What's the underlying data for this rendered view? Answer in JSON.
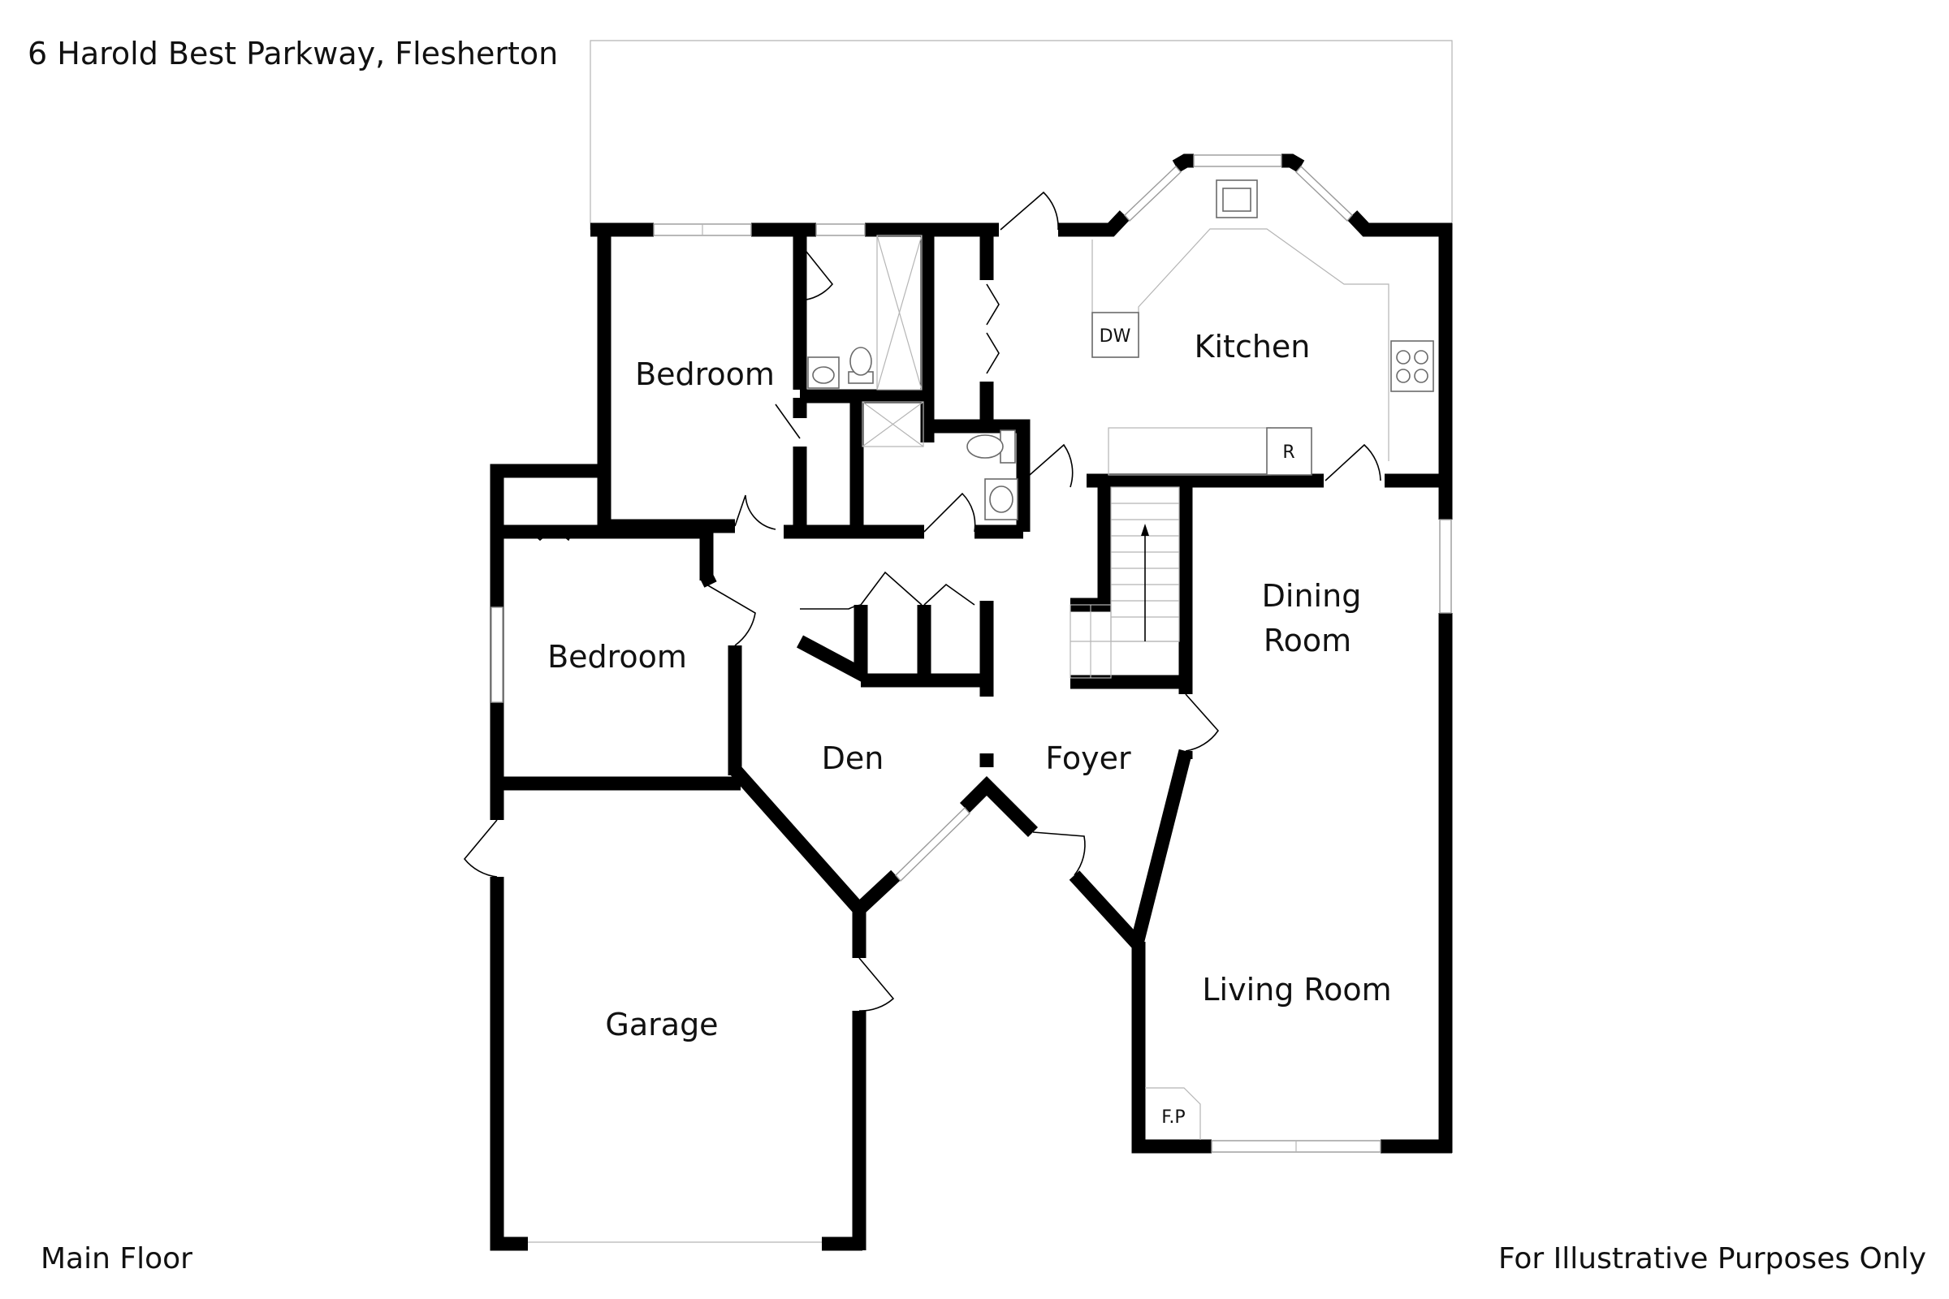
{
  "header": {
    "address": "6 Harold Best Parkway, Flesherton"
  },
  "footer": {
    "floor": "Main Floor",
    "disclaimer": "For Illustrative Purposes Only"
  },
  "rooms": {
    "bedroom_1": "Bedroom",
    "bedroom_2": "Bedroom",
    "kitchen": "Kitchen",
    "dining_line1": "Dining",
    "dining_line2": "Room",
    "den": "Den",
    "foyer": "Foyer",
    "garage": "Garage",
    "living_room": "Living Room"
  },
  "fixtures": {
    "dishwasher": "DW",
    "refrigerator": "R",
    "fireplace": "F.P"
  },
  "icons": {
    "sink": "sink-icon",
    "toilet": "toilet-icon",
    "stove": "stove-icon",
    "stair_arrow": "stair-arrow-icon"
  }
}
